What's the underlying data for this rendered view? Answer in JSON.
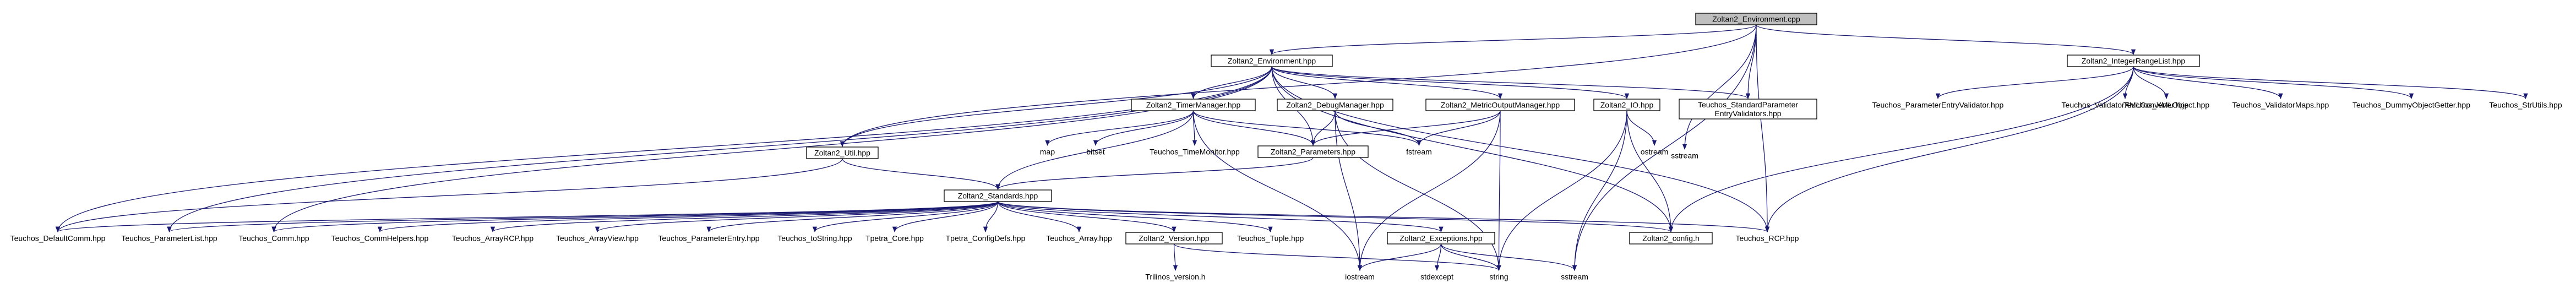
{
  "graph": {
    "colors": {
      "edge": "#191970",
      "root_fill": "#bfbfbf",
      "node_fill": "#ffffff",
      "border": "#000000"
    },
    "nodes": [
      {
        "id": "env_cpp",
        "lines": [
          "Zoltan2_Environment.cpp"
        ],
        "style": "root"
      },
      {
        "id": "env_hpp",
        "lines": [
          "Zoltan2_Environment.hpp"
        ]
      },
      {
        "id": "irl_hpp",
        "lines": [
          "Zoltan2_IntegerRangeList.hpp"
        ]
      },
      {
        "id": "std_param",
        "lines": [
          "Teuchos_StandardParameter",
          "EntryValidators.hpp"
        ]
      },
      {
        "id": "sstream",
        "lines": [
          "sstream"
        ],
        "style": "plain"
      },
      {
        "id": "util_hpp",
        "lines": [
          "Zoltan2_Util.hpp"
        ]
      },
      {
        "id": "timer_hpp",
        "lines": [
          "Zoltan2_TimerManager.hpp"
        ]
      },
      {
        "id": "debug_hpp",
        "lines": [
          "Zoltan2_DebugManager.hpp"
        ]
      },
      {
        "id": "metric_hpp",
        "lines": [
          "Zoltan2_MetricOutputManager.hpp"
        ]
      },
      {
        "id": "io_hpp",
        "lines": [
          "Zoltan2_IO.hpp"
        ]
      },
      {
        "id": "map",
        "lines": [
          "map"
        ],
        "style": "plain"
      },
      {
        "id": "bitset",
        "lines": [
          "bitset"
        ],
        "style": "plain"
      },
      {
        "id": "timemon",
        "lines": [
          "Teuchos_TimeMonitor.hpp"
        ],
        "style": "plain"
      },
      {
        "id": "params_hpp",
        "lines": [
          "Zoltan2_Parameters.hpp"
        ]
      },
      {
        "id": "fstream",
        "lines": [
          "fstream"
        ],
        "style": "plain"
      },
      {
        "id": "ostream",
        "lines": [
          "ostream"
        ],
        "style": "plain"
      },
      {
        "id": "std_hpp",
        "lines": [
          "Zoltan2_Standards.hpp"
        ]
      },
      {
        "id": "pev",
        "lines": [
          "Teuchos_ParameterEntryValidator.hpp"
        ],
        "style": "plain"
      },
      {
        "id": "vxc",
        "lines": [
          "Teuchos_ValidatorXMLConverter.hpp"
        ],
        "style": "plain"
      },
      {
        "id": "xmlobj",
        "lines": [
          "Teuchos_XMLObject.hpp"
        ],
        "style": "plain"
      },
      {
        "id": "vmaps",
        "lines": [
          "Teuchos_ValidatorMaps.hpp"
        ],
        "style": "plain"
      },
      {
        "id": "dummy",
        "lines": [
          "Teuchos_DummyObjectGetter.hpp"
        ],
        "style": "plain"
      },
      {
        "id": "strutils",
        "lines": [
          "Teuchos_StrUtils.hpp"
        ],
        "style": "plain"
      },
      {
        "id": "defcomm",
        "lines": [
          "Teuchos_DefaultComm.hpp"
        ],
        "style": "plain"
      },
      {
        "id": "plist",
        "lines": [
          "Teuchos_ParameterList.hpp"
        ],
        "style": "plain"
      },
      {
        "id": "comm",
        "lines": [
          "Teuchos_Comm.hpp"
        ],
        "style": "plain"
      },
      {
        "id": "commhelp",
        "lines": [
          "Teuchos_CommHelpers.hpp"
        ],
        "style": "plain"
      },
      {
        "id": "arrayrcp",
        "lines": [
          "Teuchos_ArrayRCP.hpp"
        ],
        "style": "plain"
      },
      {
        "id": "arrayview",
        "lines": [
          "Teuchos_ArrayView.hpp"
        ],
        "style": "plain"
      },
      {
        "id": "pentry",
        "lines": [
          "Teuchos_ParameterEntry.hpp"
        ],
        "style": "plain"
      },
      {
        "id": "tostring",
        "lines": [
          "Teuchos_toString.hpp"
        ],
        "style": "plain"
      },
      {
        "id": "tpetracore",
        "lines": [
          "Tpetra_Core.hpp"
        ],
        "style": "plain"
      },
      {
        "id": "tpetracfg",
        "lines": [
          "Tpetra_ConfigDefs.hpp"
        ],
        "style": "plain"
      },
      {
        "id": "tarray",
        "lines": [
          "Teuchos_Array.hpp"
        ],
        "style": "plain"
      },
      {
        "id": "version_hpp",
        "lines": [
          "Zoltan2_Version.hpp"
        ]
      },
      {
        "id": "tuple",
        "lines": [
          "Teuchos_Tuple.hpp"
        ],
        "style": "plain"
      },
      {
        "id": "exc_hpp",
        "lines": [
          "Zoltan2_Exceptions.hpp"
        ]
      },
      {
        "id": "config_h",
        "lines": [
          "Zoltan2_config.h"
        ]
      },
      {
        "id": "rcp",
        "lines": [
          "Teuchos_RCP.hpp"
        ],
        "style": "plain"
      },
      {
        "id": "iostream",
        "lines": [
          "iostream"
        ],
        "style": "plain"
      },
      {
        "id": "stdexcept",
        "lines": [
          "stdexcept"
        ],
        "style": "plain"
      },
      {
        "id": "string",
        "lines": [
          "string"
        ],
        "style": "plain"
      },
      {
        "id": "sstream2",
        "lines": [
          "sstream"
        ],
        "style": "plain"
      },
      {
        "id": "trilinosver",
        "lines": [
          "Trilinos_version.h"
        ],
        "style": "plain"
      }
    ],
    "edges": [
      [
        "env_cpp",
        "env_hpp"
      ],
      [
        "env_cpp",
        "irl_hpp"
      ],
      [
        "env_cpp",
        "std_param"
      ],
      [
        "env_cpp",
        "sstream"
      ],
      [
        "env_cpp",
        "util_hpp"
      ],
      [
        "env_cpp",
        "rcp"
      ],
      [
        "env_cpp",
        "sstream2"
      ],
      [
        "env_hpp",
        "util_hpp"
      ],
      [
        "env_hpp",
        "timer_hpp"
      ],
      [
        "env_hpp",
        "debug_hpp"
      ],
      [
        "env_hpp",
        "metric_hpp"
      ],
      [
        "env_hpp",
        "io_hpp"
      ],
      [
        "env_hpp",
        "params_hpp"
      ],
      [
        "env_hpp",
        "std_param"
      ],
      [
        "env_hpp",
        "defcomm"
      ],
      [
        "env_hpp",
        "plist"
      ],
      [
        "env_hpp",
        "comm"
      ],
      [
        "env_hpp",
        "config_h"
      ],
      [
        "env_hpp",
        "rcp"
      ],
      [
        "irl_hpp",
        "pev"
      ],
      [
        "irl_hpp",
        "vxc"
      ],
      [
        "irl_hpp",
        "xmlobj"
      ],
      [
        "irl_hpp",
        "vmaps"
      ],
      [
        "irl_hpp",
        "dummy"
      ],
      [
        "irl_hpp",
        "strutils"
      ],
      [
        "irl_hpp",
        "rcp"
      ],
      [
        "irl_hpp",
        "config_h"
      ],
      [
        "util_hpp",
        "std_hpp"
      ],
      [
        "util_hpp",
        "defcomm"
      ],
      [
        "timer_hpp",
        "map"
      ],
      [
        "timer_hpp",
        "bitset"
      ],
      [
        "timer_hpp",
        "timemon"
      ],
      [
        "timer_hpp",
        "params_hpp"
      ],
      [
        "timer_hpp",
        "fstream"
      ],
      [
        "timer_hpp",
        "iostream"
      ],
      [
        "timer_hpp",
        "std_hpp"
      ],
      [
        "debug_hpp",
        "params_hpp"
      ],
      [
        "debug_hpp",
        "fstream"
      ],
      [
        "debug_hpp",
        "iostream"
      ],
      [
        "debug_hpp",
        "string"
      ],
      [
        "metric_hpp",
        "params_hpp"
      ],
      [
        "metric_hpp",
        "fstream"
      ],
      [
        "metric_hpp",
        "iostream"
      ],
      [
        "metric_hpp",
        "string"
      ],
      [
        "io_hpp",
        "ostream"
      ],
      [
        "io_hpp",
        "string"
      ],
      [
        "io_hpp",
        "sstream2"
      ],
      [
        "io_hpp",
        "config_h"
      ],
      [
        "params_hpp",
        "std_hpp"
      ],
      [
        "std_hpp",
        "defcomm"
      ],
      [
        "std_hpp",
        "plist"
      ],
      [
        "std_hpp",
        "comm"
      ],
      [
        "std_hpp",
        "commhelp"
      ],
      [
        "std_hpp",
        "arrayrcp"
      ],
      [
        "std_hpp",
        "arrayview"
      ],
      [
        "std_hpp",
        "pentry"
      ],
      [
        "std_hpp",
        "tostring"
      ],
      [
        "std_hpp",
        "tpetracore"
      ],
      [
        "std_hpp",
        "tpetracfg"
      ],
      [
        "std_hpp",
        "tarray"
      ],
      [
        "std_hpp",
        "version_hpp"
      ],
      [
        "std_hpp",
        "tuple"
      ],
      [
        "std_hpp",
        "exc_hpp"
      ],
      [
        "std_hpp",
        "config_h"
      ],
      [
        "std_hpp",
        "rcp"
      ],
      [
        "version_hpp",
        "trilinosver"
      ],
      [
        "version_hpp",
        "string"
      ],
      [
        "exc_hpp",
        "iostream"
      ],
      [
        "exc_hpp",
        "stdexcept"
      ],
      [
        "exc_hpp",
        "string"
      ],
      [
        "exc_hpp",
        "sstream2"
      ]
    ]
  }
}
